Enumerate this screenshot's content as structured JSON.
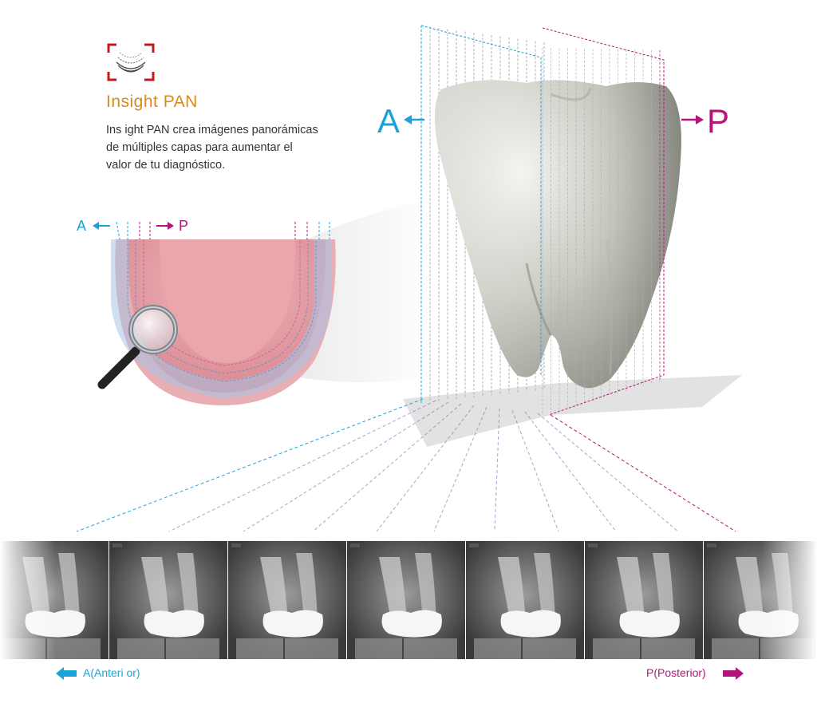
{
  "header": {
    "title": "Insight PAN",
    "description_lines": [
      "Ins ight PAN crea imágenes panorámicas",
      "de múltiples capas para aumentar el",
      "valor de tu diagnóstico."
    ]
  },
  "tooth_diagram": {
    "anterior_letter": "A",
    "posterior_letter": "P"
  },
  "jaw_diagram": {
    "anterior_letter": "A",
    "posterior_letter": "P"
  },
  "footer": {
    "anterior_label": "A(Anteri or)",
    "posterior_label": "P(Posterior)"
  },
  "colors": {
    "title": "#d98a1c",
    "anterior": "#1ba3d9",
    "posterior": "#b3157b",
    "text": "#333333"
  },
  "icons": [
    "dental-arch-scan-icon",
    "magnifier-icon",
    "arrow-left-icon",
    "arrow-right-icon"
  ],
  "xray_slice_count": 7
}
